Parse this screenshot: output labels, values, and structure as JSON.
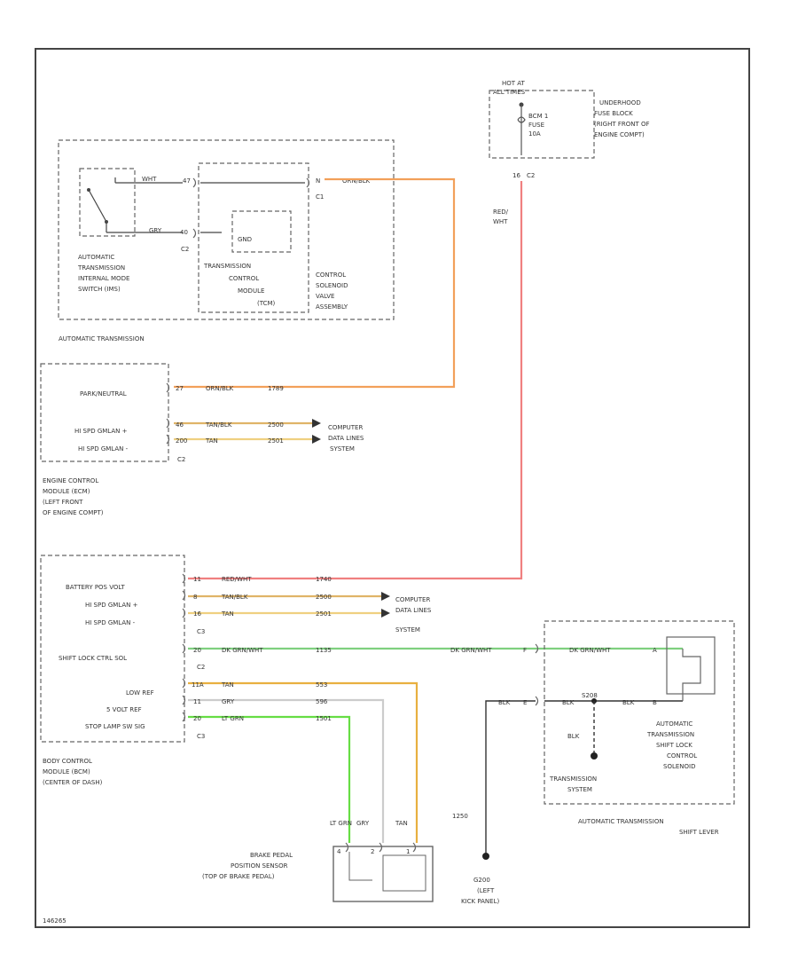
{
  "colors": {
    "orange": "#f2a05a",
    "yellow": "#efc878",
    "tan_dark": "#e8b040",
    "red": "#f08080",
    "green": "#7fd07f",
    "light_green": "#66dd44",
    "gray": "#bcbcbc",
    "black": "#333333"
  },
  "fuse_block": {
    "hot_at": "HOT AT",
    "all_times": "ALL TIMES",
    "fuse_name": "BCM 1",
    "fuse_label": "FUSE",
    "fuse_amps": "10A",
    "pin": "16",
    "connector": "C2",
    "location": [
      "UNDERHOOD",
      "FUSE BLOCK",
      "(RIGHT FRONT OF",
      "ENGINE COMPT)"
    ],
    "wire_label": [
      "RED/",
      "WHT"
    ]
  },
  "transmission": {
    "title": "AUTOMATIC TRANSMISSION",
    "imss_label": [
      "AUTOMATIC",
      "TRANSMISSION",
      "INTERNAL MODE",
      "SWITCH (IMS)"
    ],
    "wht": "WHT",
    "gry": "GRY",
    "pin_47": "47",
    "pin_40": "40",
    "c2": "C2",
    "gnd": "GND",
    "tcm_label": [
      "TRANSMISSION",
      "CONTROL",
      "MODULE",
      "(TCM)"
    ],
    "valve_label": [
      "CONTROL",
      "SOLENOID",
      "VALVE",
      "ASSEMBLY"
    ],
    "pin_n": "N",
    "orn_blk": "ORN/BLK",
    "c1": "C1"
  },
  "ecm": {
    "label": [
      "ENGINE CONTROL",
      "MODULE (ECM)",
      "(LEFT FRONT",
      "OF ENGINE COMPT)"
    ],
    "rows": [
      {
        "name": "PARK/NEUTRAL",
        "pin": "27",
        "wire": "ORN/BLK",
        "circuit": "1789"
      },
      {
        "name": "HI SPD GMLAN +",
        "pin": "46",
        "wire": "TAN/BLK",
        "circuit": "2500"
      },
      {
        "name": "HI SPD GMLAN -",
        "pin": "200",
        "wire": "TAN",
        "circuit": "2501"
      }
    ],
    "connector": "C2",
    "data_lines": [
      "COMPUTER",
      "DATA LINES",
      "SYSTEM"
    ]
  },
  "bcm": {
    "label": [
      "BODY CONTROL",
      "MODULE (BCM)",
      "(CENTER OF DASH)"
    ],
    "rows": [
      {
        "name": "BATTERY POS VOLT",
        "pin": "11",
        "wire": "RED/WHT",
        "circuit": "1740"
      },
      {
        "name": "HI SPD GMLAN +",
        "pin": "8",
        "wire": "TAN/BLK",
        "circuit": "2500"
      },
      {
        "name": "HI SPD GMLAN -",
        "pin": "16",
        "wire": "TAN",
        "circuit": "2501"
      },
      {
        "name": "SHIFT LOCK CTRL SOL",
        "pin": "20",
        "wire": "DK GRN/WHT",
        "circuit": "1135"
      },
      {
        "name": "LOW REF",
        "pin": "11A",
        "wire": "TAN",
        "circuit": "553"
      },
      {
        "name": "5 VOLT REF",
        "pin": "11",
        "wire": "GRY",
        "circuit": "596"
      },
      {
        "name": "STOP LAMP SW SIG",
        "pin": "20",
        "wire": "LT GRN",
        "circuit": "1501"
      }
    ],
    "c3": "C3",
    "c2": "C2",
    "c3b": "C3",
    "data_lines": [
      "COMPUTER",
      "DATA LINES",
      "SYSTEM"
    ]
  },
  "brake_sensor": {
    "label": [
      "BRAKE PEDAL",
      "POSITION SENSOR",
      "(TOP OF BRAKE PEDAL)"
    ],
    "wires": [
      "LT GRN",
      "GRY",
      "TAN"
    ],
    "pins": [
      "4",
      "2",
      "1"
    ]
  },
  "ground": {
    "circuit": "1250",
    "wire": "BLK",
    "label": [
      "G200",
      "(LEFT",
      "KICK PANEL)"
    ]
  },
  "shift_lock": {
    "pin_f": "F",
    "pin_a": "A",
    "pin_b": "B",
    "pin_e": "E",
    "dk_grn_wht": "DK GRN/WHT",
    "blk": "BLK",
    "solenoid_label": [
      "AUTOMATIC",
      "TRANSMISSION",
      "SHIFT LOCK",
      "CONTROL",
      "SOLENOID"
    ],
    "trans_system": [
      "TRANSMISSION",
      "SYSTEM"
    ],
    "lever_label": [
      "AUTOMATIC TRANSMISSION",
      "SHIFT LEVER"
    ],
    "s208": "S208"
  },
  "figure_id": "146265"
}
